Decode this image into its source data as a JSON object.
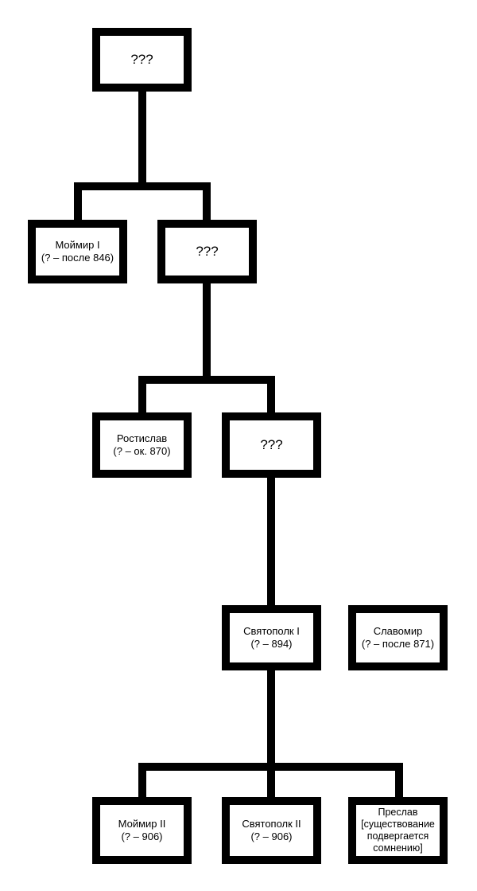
{
  "nodes": {
    "root": {
      "lines": [
        "???"
      ]
    },
    "mojmir1": {
      "lines": [
        "Моймир I",
        "(? – после 846)"
      ]
    },
    "unknown2": {
      "lines": [
        "???"
      ]
    },
    "rostislav": {
      "lines": [
        "Ростислав",
        "(? – ок. 870)"
      ]
    },
    "unknown3": {
      "lines": [
        "???"
      ]
    },
    "svatopluk1": {
      "lines": [
        "Святополк I",
        "(? – 894)"
      ]
    },
    "slavomir": {
      "lines": [
        "Славомир",
        "(? – после 871)"
      ]
    },
    "mojmir2": {
      "lines": [
        "Моймир II",
        "(? – 906)"
      ]
    },
    "svatopluk2": {
      "lines": [
        "Святополк II",
        "(? – 906)"
      ]
    },
    "preslav": {
      "lines": [
        "Преслав",
        "[существование",
        "подвергается",
        "сомнению]"
      ]
    }
  },
  "colors": {
    "line": "#000000",
    "box_fill": "#ffffff"
  }
}
